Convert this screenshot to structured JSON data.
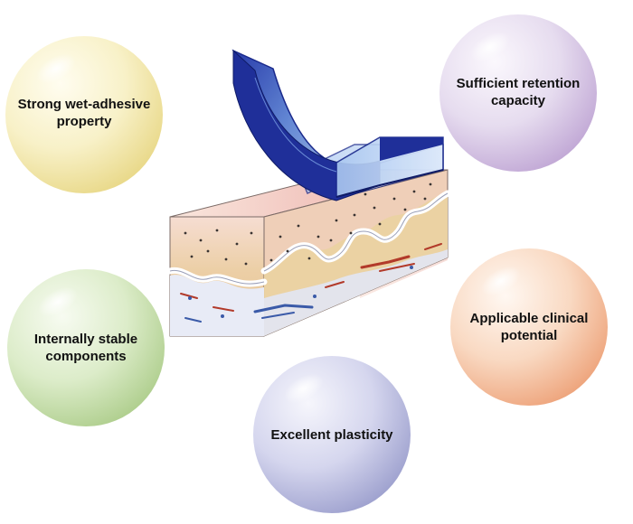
{
  "features": [
    {
      "id": "wet-adhesive",
      "lines": [
        "Strong wet-adhesive",
        "property"
      ],
      "color": "#f4ecb0"
    },
    {
      "id": "retention",
      "lines": [
        "Sufficient retention",
        "capacity"
      ],
      "color": "#ddd0ea"
    },
    {
      "id": "stable",
      "lines": [
        "Internally stable",
        "components"
      ],
      "color": "#cfe3b6"
    },
    {
      "id": "clinical",
      "lines": [
        "Applicable clinical",
        "potential"
      ],
      "color": "#f6c7a6"
    },
    {
      "id": "plasticity",
      "lines": [
        "Excellent plasticity"
      ],
      "color": "#c4c6e2"
    }
  ],
  "illustration": {
    "patch_color": "#1a2a8c",
    "skin_top_color": "#f3cfc2",
    "dermis_color": "#e8c99a",
    "subcutis_color": "#e9ecf6",
    "vessel_colors": [
      "#b23a2a",
      "#3a5aa8"
    ]
  }
}
